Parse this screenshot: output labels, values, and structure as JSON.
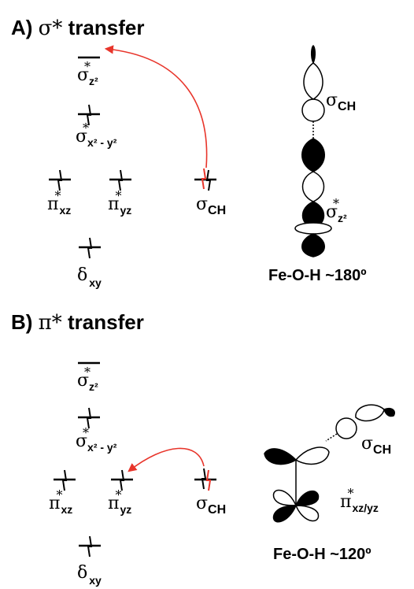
{
  "panel_a": {
    "title_letter": "A)",
    "title_greek": "σ*",
    "title_word": "transfer",
    "levels": {
      "z2": {
        "sym": "σ",
        "sup": "*",
        "sub": "z²"
      },
      "x2y2": {
        "sym": "σ",
        "sup": "*",
        "sub": "x² - y²"
      },
      "xz": {
        "sym": "π",
        "sup": "*",
        "sub": "xz"
      },
      "yz": {
        "sym": "π",
        "sup": "*",
        "sub": "yz"
      },
      "ch": {
        "sym": "σ",
        "sub": "CH"
      },
      "xy": {
        "sym": "δ",
        "sub": "xy"
      }
    },
    "orbital_labels": {
      "ch": {
        "sym": "σ",
        "sub": "CH"
      },
      "z2": {
        "sym": "σ",
        "sup": "*",
        "sub": "z²"
      }
    },
    "angle_caption": "Fe-O-H ~180º"
  },
  "panel_b": {
    "title_letter": "B)",
    "title_greek": "π*",
    "title_word": "transfer",
    "levels": {
      "z2": {
        "sym": "σ",
        "sup": "*",
        "sub": "z²"
      },
      "x2y2": {
        "sym": "σ",
        "sup": "*",
        "sub": "x² - y²"
      },
      "xz": {
        "sym": "π",
        "sup": "*",
        "sub": "xz"
      },
      "yz": {
        "sym": "π",
        "sup": "*",
        "sub": "yz"
      },
      "ch": {
        "sym": "σ",
        "sub": "CH"
      },
      "xy": {
        "sym": "δ",
        "sub": "xy"
      }
    },
    "orbital_labels": {
      "ch": {
        "sym": "σ",
        "sub": "CH"
      },
      "xzyz": {
        "sym": "π",
        "sup": "*",
        "sub": "xz/yz"
      }
    },
    "angle_caption": "Fe-O-H ~120º"
  },
  "colors": {
    "arrow": "#e8352b",
    "ink": "#000000"
  }
}
